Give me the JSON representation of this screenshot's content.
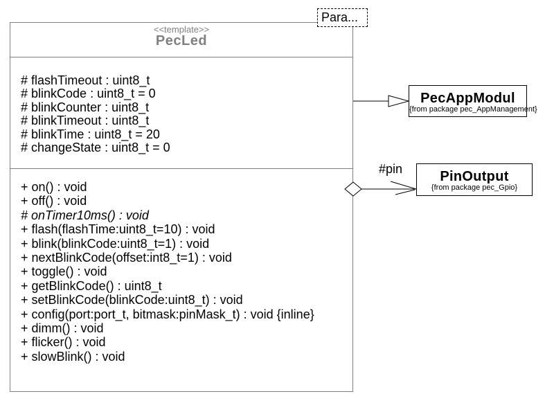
{
  "parameter_box": {
    "label": "Para..."
  },
  "pecled_class": {
    "stereotype": "<<template>>",
    "name": "PecLed",
    "attributes": [
      "# flashTimeout : uint8_t",
      "# blinkCode : uint8_t = 0",
      "# blinkCounter : uint8_t",
      "# blinkTimeout : uint8_t",
      "# blinkTime : uint8_t = 20",
      "# changeState : uint8_t = 0"
    ],
    "methods": [
      "+ on() : void",
      "+ off() : void",
      "# onTimer10ms() : void",
      "+ flash(flashTime:uint8_t=10) : void",
      "+ blink(blinkCode:uint8_t=1) : void",
      "+ nextBlinkCode(offset:int8_t=1) : void",
      "+ toggle() : void",
      "+ getBlinkCode() : uint8_t",
      "+ setBlinkCode(blinkCode:uint8_t) : void",
      "+ config(port:port_t, bitmask:pinMask_t) : void {inline}",
      "+ dimm() : void",
      "+ flicker() : void",
      "+ slowBlink() : void"
    ]
  },
  "pec_app_modul_class": {
    "name": "PecAppModul",
    "package_note": "{from package pec_AppManagement}"
  },
  "pin_output_class": {
    "name": "PinOutput",
    "package_note": "{from package pec_Gpio}"
  },
  "aggregation": {
    "label": "#pin"
  },
  "colors": {
    "class_border": "#808080",
    "class_header_text": "#808080",
    "external_box_border": "#000000",
    "text": "#000000",
    "background": "#ffffff"
  }
}
